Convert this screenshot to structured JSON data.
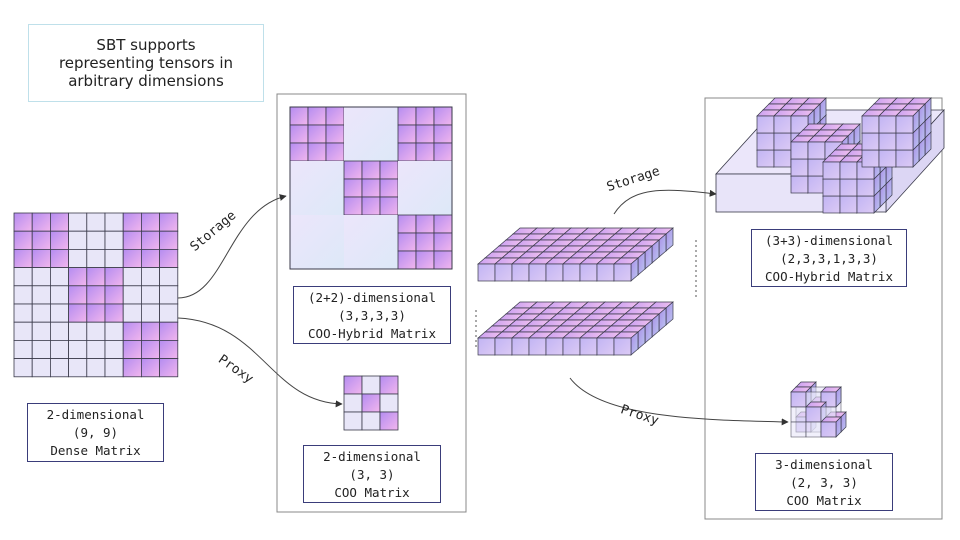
{
  "note": {
    "lines": [
      "SBT supports",
      "representing tensors in",
      "arbitrary dimensions"
    ]
  },
  "labels": {
    "dense_2d": {
      "l1": "2-dimensional",
      "l2": "(9, 9)",
      "l3": "Dense Matrix"
    },
    "hybrid_22": {
      "l1": "(2+2)-dimensional",
      "l2": "(3,3,3,3)",
      "l3": "COO-Hybrid Matrix"
    },
    "coo_2d": {
      "l1": "2-dimensional",
      "l2": "(3, 3)",
      "l3": "COO Matrix"
    },
    "hybrid_33": {
      "l1": "(3+3)-dimensional",
      "l2": "(2,3,3,1,3,3)",
      "l3": "COO-Hybrid Matrix"
    },
    "coo_3d": {
      "l1": "3-dimensional",
      "l2": "(2, 3, 3)",
      "l3": "COO Matrix"
    }
  },
  "edges": {
    "storage_left": "Storage",
    "proxy_left": "Proxy",
    "storage_right": "Storage",
    "proxy_right": "Proxy"
  },
  "colors": {
    "cell_light": "#e8e6f8",
    "cell_fill_a": "#b48cf0",
    "cell_fill_b": "#f2b6ee",
    "grid_line": "#3a3a4a",
    "panel_border": "#888888"
  }
}
